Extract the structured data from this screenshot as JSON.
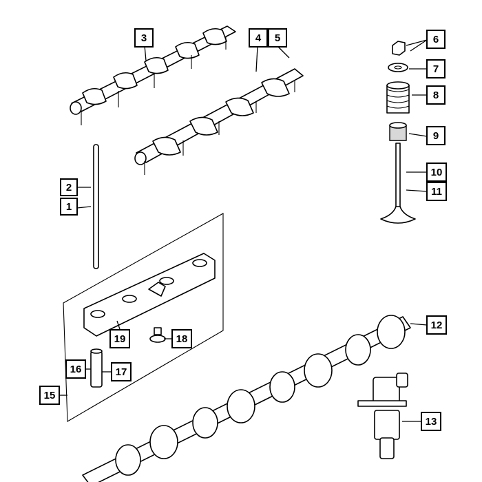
{
  "diagram": {
    "callouts": [
      {
        "id": "c1",
        "label": "1"
      },
      {
        "id": "c2",
        "label": "2"
      },
      {
        "id": "c3",
        "label": "3"
      },
      {
        "id": "c4",
        "label": "4"
      },
      {
        "id": "c5",
        "label": "5"
      },
      {
        "id": "c6",
        "label": "6"
      },
      {
        "id": "c7",
        "label": "7"
      },
      {
        "id": "c8",
        "label": "8"
      },
      {
        "id": "c9",
        "label": "9"
      },
      {
        "id": "c10",
        "label": "10"
      },
      {
        "id": "c11",
        "label": "11"
      },
      {
        "id": "c12",
        "label": "12"
      },
      {
        "id": "c13",
        "label": "13"
      },
      {
        "id": "c15",
        "label": "15"
      },
      {
        "id": "c16",
        "label": "16"
      },
      {
        "id": "c17",
        "label": "17"
      },
      {
        "id": "c18",
        "label": "18"
      },
      {
        "id": "c19",
        "label": "19"
      }
    ]
  }
}
